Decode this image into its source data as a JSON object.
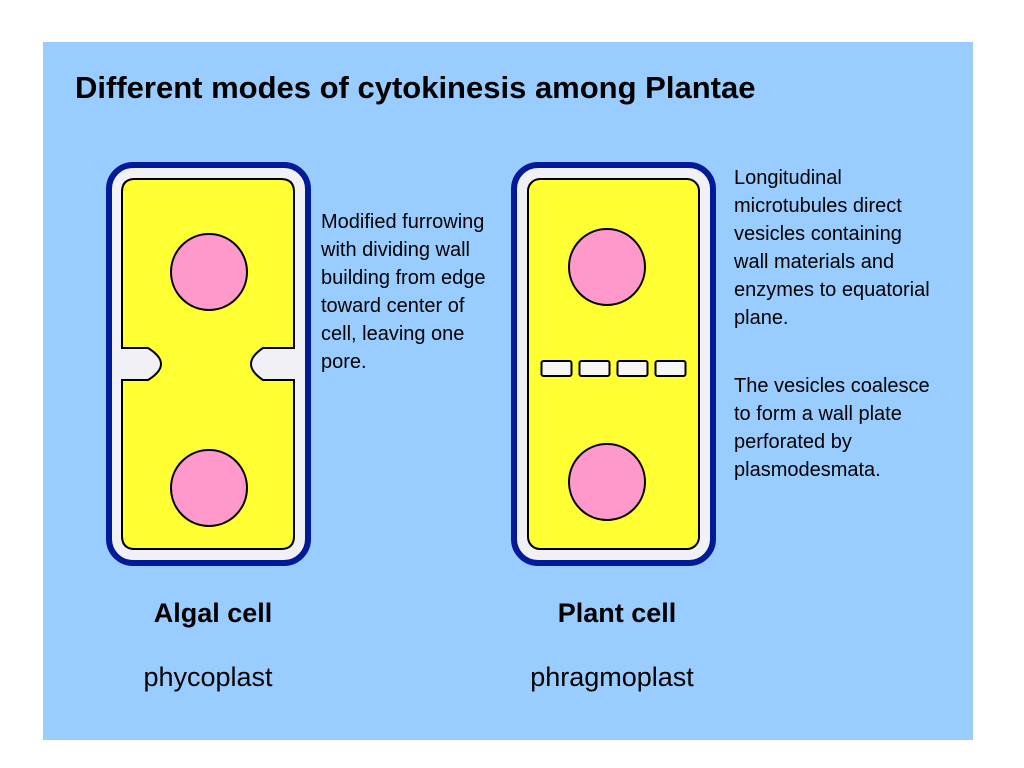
{
  "title": "Different modes of cytokinesis among Plantae",
  "algal": {
    "description": "Modified furrowing with dividing wall building from edge toward center of cell, leaving one pore.",
    "label": "Algal cell",
    "sublabel": "phycoplast"
  },
  "plant": {
    "description_1": "Longitudinal microtubules direct vesicles containing wall materials and enzymes to equatorial plane.",
    "description_2": "The vesicles coalesce to form a wall plate perforated by plasmodesmata.",
    "label": "Plant cell",
    "sublabel": "phragmoplast",
    "vesicle_count": 4
  },
  "colors": {
    "background": "#99ccff",
    "cell_wall_outline": "#001a99",
    "cell_wall_fill": "#f0f0f5",
    "cytoplasm": "#ffff33",
    "nucleus": "#ff99cc",
    "vesicle": "#f5f5f5"
  }
}
